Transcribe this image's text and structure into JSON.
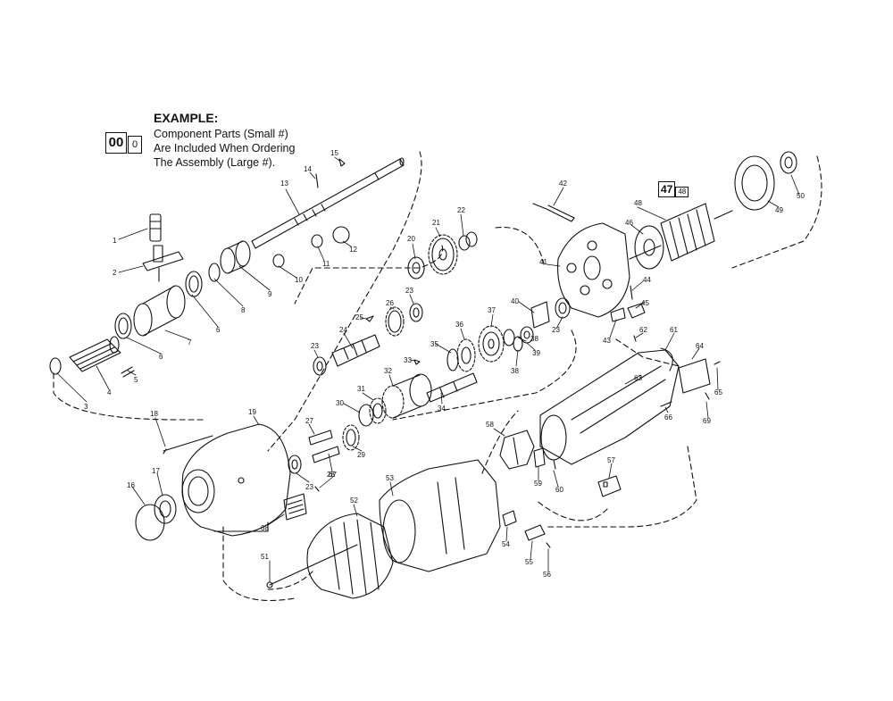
{
  "legend": {
    "title": "EXAMPLE:",
    "lines": [
      "Component Parts (Small #)",
      "Are Included When Ordering",
      "The Assembly (Large #)."
    ],
    "box_large": "00",
    "box_small": "0"
  },
  "callout": {
    "large": "47",
    "small": "48"
  },
  "parts": [
    {
      "id": "p1",
      "label": "1"
    },
    {
      "id": "p2",
      "label": "2"
    },
    {
      "id": "p3",
      "label": "3"
    },
    {
      "id": "p4",
      "label": "4"
    },
    {
      "id": "p5",
      "label": "5"
    },
    {
      "id": "p6a",
      "label": "6"
    },
    {
      "id": "p6b",
      "label": "6"
    },
    {
      "id": "p7",
      "label": "7"
    },
    {
      "id": "p8",
      "label": "8"
    },
    {
      "id": "p9",
      "label": "9"
    },
    {
      "id": "p10",
      "label": "10"
    },
    {
      "id": "p11",
      "label": "11"
    },
    {
      "id": "p12",
      "label": "12"
    },
    {
      "id": "p13",
      "label": "13"
    },
    {
      "id": "p14",
      "label": "14"
    },
    {
      "id": "p15",
      "label": "15"
    },
    {
      "id": "p16",
      "label": "16"
    },
    {
      "id": "p17",
      "label": "17"
    },
    {
      "id": "p18",
      "label": "18"
    },
    {
      "id": "p19",
      "label": "19"
    },
    {
      "id": "p20",
      "label": "20"
    },
    {
      "id": "p21",
      "label": "21"
    },
    {
      "id": "p22",
      "label": "22"
    },
    {
      "id": "p23a",
      "label": "23"
    },
    {
      "id": "p23b",
      "label": "23"
    },
    {
      "id": "p23c",
      "label": "23"
    },
    {
      "id": "p23d",
      "label": "23"
    },
    {
      "id": "p24",
      "label": "24"
    },
    {
      "id": "p25",
      "label": "25"
    },
    {
      "id": "p26",
      "label": "26"
    },
    {
      "id": "p27",
      "label": "27"
    },
    {
      "id": "p28",
      "label": "28"
    },
    {
      "id": "p29",
      "label": "29"
    },
    {
      "id": "p30",
      "label": "30"
    },
    {
      "id": "p31",
      "label": "31"
    },
    {
      "id": "p32",
      "label": "32"
    },
    {
      "id": "p33",
      "label": "33"
    },
    {
      "id": "p34",
      "label": "34"
    },
    {
      "id": "p35",
      "label": "35"
    },
    {
      "id": "p36",
      "label": "36"
    },
    {
      "id": "p37",
      "label": "37"
    },
    {
      "id": "p38a",
      "label": "38"
    },
    {
      "id": "p38b",
      "label": "38"
    },
    {
      "id": "p39",
      "label": "39"
    },
    {
      "id": "p40",
      "label": "40"
    },
    {
      "id": "p41",
      "label": "41"
    },
    {
      "id": "p42",
      "label": "42"
    },
    {
      "id": "p43",
      "label": "43"
    },
    {
      "id": "p44",
      "label": "44"
    },
    {
      "id": "p45",
      "label": "45"
    },
    {
      "id": "p46",
      "label": "46"
    },
    {
      "id": "p48",
      "label": "48"
    },
    {
      "id": "p49",
      "label": "49"
    },
    {
      "id": "p50",
      "label": "50"
    },
    {
      "id": "p51",
      "label": "51"
    },
    {
      "id": "p52",
      "label": "52"
    },
    {
      "id": "p53",
      "label": "53"
    },
    {
      "id": "p54",
      "label": "54"
    },
    {
      "id": "p55",
      "label": "55"
    },
    {
      "id": "p56",
      "label": "56"
    },
    {
      "id": "p57",
      "label": "57"
    },
    {
      "id": "p58",
      "label": "58"
    },
    {
      "id": "p59",
      "label": "59"
    },
    {
      "id": "p60",
      "label": "60"
    },
    {
      "id": "p61",
      "label": "61"
    },
    {
      "id": "p62",
      "label": "62"
    },
    {
      "id": "p63",
      "label": "63"
    },
    {
      "id": "p64",
      "label": "64"
    },
    {
      "id": "p65",
      "label": "65"
    },
    {
      "id": "p66",
      "label": "66"
    },
    {
      "id": "p67",
      "label": "67"
    },
    {
      "id": "p68",
      "label": "68"
    },
    {
      "id": "p69",
      "label": "69"
    }
  ]
}
